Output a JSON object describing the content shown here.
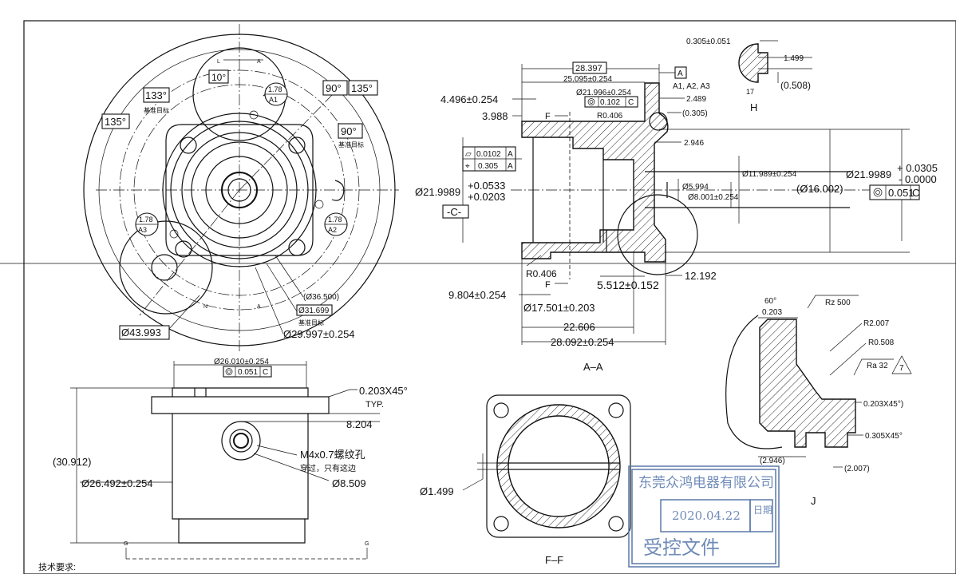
{
  "front_view": {
    "angles": [
      "10°",
      "133°",
      "135°",
      "90°",
      "135°",
      "90°"
    ],
    "datum_target_label": "基准目标",
    "targets": [
      {
        "size": "1.78",
        "id": "A1"
      },
      {
        "size": "1.78",
        "id": "A3"
      },
      {
        "size": "1.78",
        "id": "A2"
      }
    ],
    "dims": [
      "(Ø36.500)",
      "Ø31.699",
      "Ø29.997±0.254",
      "Ø43.993"
    ],
    "section_marks": [
      "A",
      "A",
      "L",
      "N"
    ]
  },
  "section_aa": {
    "dims_top": [
      "28.397",
      "25.095±0.254",
      "Ø21.996±0.254",
      "0.102",
      "C",
      "2.489",
      "R0.406",
      "(0.305)",
      "4.496±0.254",
      "3.988",
      "F"
    ],
    "datum_a": "A",
    "datum_targets_list": "A1, A2, A3",
    "gdt_left": [
      {
        "sym": "▱",
        "val": "0.0102",
        "ref": "A"
      },
      {
        "sym": "⌖",
        "val": "0.305",
        "ref": "A"
      }
    ],
    "dia_left": "Ø21.9989",
    "tol_left_upper": "+0.0533",
    "tol_left_lower": "+0.0203",
    "datum_c": "-C-",
    "dims_right": [
      "2.946",
      "Ø11.989±0.254",
      "Ø5.994",
      "Ø8.001±0.254",
      "(Ø16.002)"
    ],
    "dia_right": "Ø21.9989",
    "tol_right_upper": "+ 0.0305",
    "tol_right_lower": "- 0.0000",
    "gdt_right": {
      "val": "0.051",
      "ref": "C"
    },
    "dims_bottom": [
      "R0.406",
      "F",
      "9.804±0.254",
      "5.512±0.152",
      "12.192",
      "Ø17.501±0.203",
      "22.606",
      "28.092±0.254"
    ],
    "title": "A–A"
  },
  "detail_h": {
    "dims": [
      "0.305±0.051",
      "1.499",
      "(0.508)",
      "17"
    ],
    "title": "H"
  },
  "detail_j": {
    "dims": [
      "60°",
      "0.203",
      "Rz 500",
      "R2.007",
      "R0.508",
      "Ra 32",
      "7",
      "0.203X45°)",
      "0.305X45°",
      "(2.946)",
      "(2.007)"
    ],
    "title": "J"
  },
  "side_view": {
    "dims": [
      "Ø26.010±0.254",
      "0.051",
      "C",
      "0.203X45°",
      "TYP.",
      "8.204",
      "M4x0.7螺纹孔",
      "穿过，只有这边",
      "Ø8.509",
      "(30.912)",
      "Ø26.492±0.254"
    ],
    "section_marks": [
      "G",
      "G"
    ]
  },
  "section_ff": {
    "dims": [
      "Ø1.499"
    ],
    "title": "F–F"
  },
  "stamp": {
    "company": "东莞众鸿电器有限公司",
    "date": "2020.04.22",
    "date_label": "日期",
    "controlled": "受控文件"
  },
  "notes": {
    "heading": "技术要求:"
  }
}
